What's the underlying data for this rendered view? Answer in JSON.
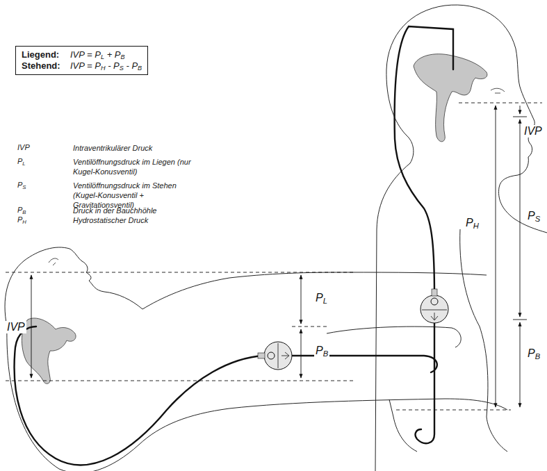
{
  "diagram": {
    "nodes": [
      {
        "text": [
          "Liegend:",
          "IVP = PL + PB",
          "Stehend:",
          "IVP = PH - PS - PB"
        ]
      }
    ],
    "edges": [],
    "labels": [
      "IVP",
      "Intraventrikulärer Druck",
      "PL",
      "Ventilöffnungsdruck im Liegen (nur Kugel-Konusventil)",
      "PS",
      "Ventilöffnungsdruck im Stehen (Kugel-Konusventil + Gravitationsventil)",
      "PB",
      "Druck in der Bauchhöhle",
      "PH",
      "Hydrostatischer Druck",
      "IVP",
      "PH",
      "PS",
      "PB",
      "PL",
      "PB",
      "IVP"
    ]
  }
}
